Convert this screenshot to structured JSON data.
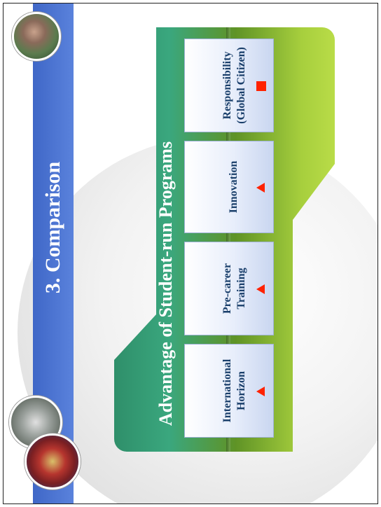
{
  "slide": {
    "title": "3. Comparison",
    "panel_title": "Advantage of Student-run Programs",
    "items": [
      {
        "line1": "International",
        "line2": "Horizon",
        "marker": "red-triangle"
      },
      {
        "line1": "Pre-career",
        "line2": "Training",
        "marker": "red-triangle"
      },
      {
        "line1": "Innovation",
        "line2": "",
        "marker": "red-triangle"
      },
      {
        "line1": "Responsibility",
        "line2": "(Global Citizen)",
        "marker": "red-square"
      }
    ]
  },
  "colors": {
    "title_band": "#4a74d3",
    "panel_green": "#3aa77e",
    "panel_lime": "#b9dc48",
    "card_text": "#1a3f6b",
    "marker": "#ff2200"
  },
  "decor": {
    "photos": [
      "campus-photo",
      "campus-photo",
      "campus-photo"
    ]
  }
}
